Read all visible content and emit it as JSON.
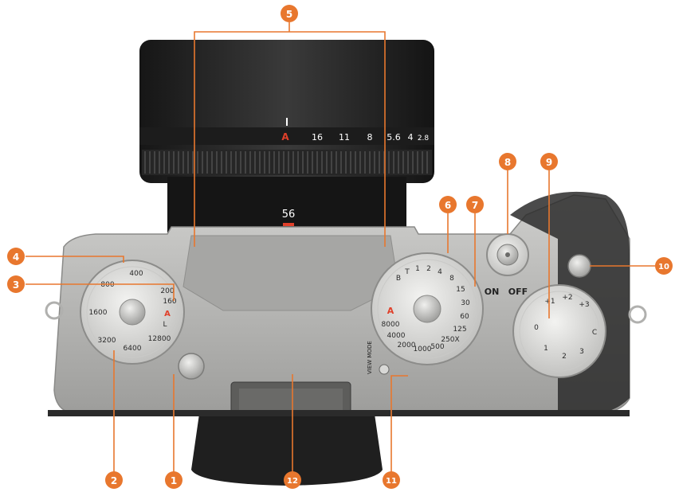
{
  "callouts": [
    "1",
    "2",
    "3",
    "4",
    "5",
    "6",
    "7",
    "8",
    "9",
    "10",
    "11",
    "12"
  ],
  "lens": {
    "aperture_scale": [
      "A",
      "16",
      "11",
      "8",
      "5.6",
      "4",
      "2.8"
    ],
    "focal_length": "56"
  },
  "iso_dial": {
    "labels": [
      "400",
      "800",
      "1600",
      "3200",
      "6400",
      "12800",
      "200",
      "160",
      "A",
      "L"
    ]
  },
  "shutter_dial": {
    "labels": [
      "B",
      "T",
      "1",
      "2",
      "4",
      "8",
      "15",
      "30",
      "60",
      "125",
      "250X",
      "500",
      "1000",
      "2000",
      "4000",
      "8000",
      "A"
    ]
  },
  "power_switch": {
    "on_label": "ON",
    "off_label": "OFF"
  },
  "exposure_comp_dial": {
    "labels": [
      "+3",
      "+2",
      "+1",
      "0",
      "1",
      "2",
      "3",
      "C"
    ]
  },
  "view_mode_label": "VIEW MODE",
  "colors": {
    "callout": "#e8772e",
    "lens_accent": "#e0402a",
    "body_silver": "#b8b8b6",
    "body_black": "#2b2b2b"
  }
}
